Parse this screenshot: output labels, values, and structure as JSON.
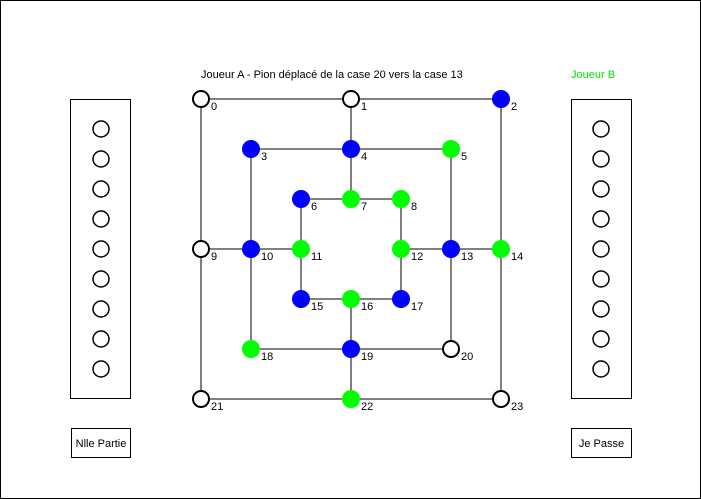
{
  "status_message": "Joueur A - Pion déplacé de la case 20 vers la case 13",
  "player_b_label": "Joueur B",
  "buttons": {
    "new_game": "Nlle Partie",
    "pass": "Je Passe"
  },
  "colors": {
    "blue": "#0000ff",
    "green": "#00ff00",
    "empty": "#ffffff",
    "player_b_text": "#00e000"
  },
  "reserves": {
    "player_a": 9,
    "player_b": 9
  },
  "board": {
    "points": [
      {
        "label": "0",
        "state": "empty"
      },
      {
        "label": "1",
        "state": "empty"
      },
      {
        "label": "2",
        "state": "blue"
      },
      {
        "label": "3",
        "state": "blue"
      },
      {
        "label": "4",
        "state": "blue"
      },
      {
        "label": "5",
        "state": "green"
      },
      {
        "label": "6",
        "state": "blue"
      },
      {
        "label": "7",
        "state": "green"
      },
      {
        "label": "8",
        "state": "green"
      },
      {
        "label": "9",
        "state": "empty"
      },
      {
        "label": "10",
        "state": "blue"
      },
      {
        "label": "11",
        "state": "green"
      },
      {
        "label": "12",
        "state": "green"
      },
      {
        "label": "13",
        "state": "blue"
      },
      {
        "label": "14",
        "state": "green"
      },
      {
        "label": "15",
        "state": "blue"
      },
      {
        "label": "16",
        "state": "green"
      },
      {
        "label": "17",
        "state": "blue"
      },
      {
        "label": "18",
        "state": "green"
      },
      {
        "label": "19",
        "state": "blue"
      },
      {
        "label": "20",
        "state": "empty"
      },
      {
        "label": "21",
        "state": "empty"
      },
      {
        "label": "22",
        "state": "green"
      },
      {
        "label": "23",
        "state": "empty"
      }
    ]
  }
}
